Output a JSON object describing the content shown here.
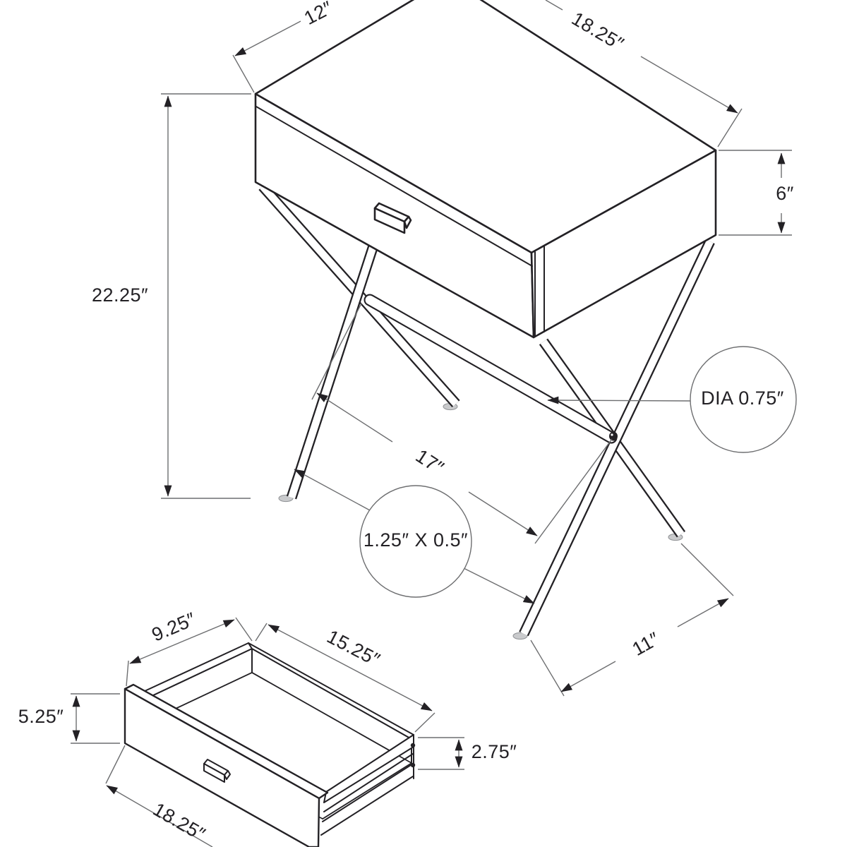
{
  "diagram_type": "furniture dimensional line drawing (accent table with X-frame legs and drawer)",
  "colors": {
    "background": "#ffffff",
    "object_line": "#232125",
    "dimension_line": "#6d6e70",
    "text": "#232125",
    "foot_pad": "#c9cacc"
  },
  "main": {
    "depth": "12″",
    "width": "18.25″",
    "box_height": "6″",
    "overall_height": "22.25″",
    "stretcher": "17″",
    "bar_dia": "DIA 0.75″",
    "leg_profile": "1.25″ X 0.5″",
    "foot_spread": "11″"
  },
  "drawer": {
    "side_depth": "9.25″",
    "inner_width": "15.25″",
    "front_height": "5.25″",
    "box_height": "2.75″",
    "front_width": "18.25″"
  }
}
